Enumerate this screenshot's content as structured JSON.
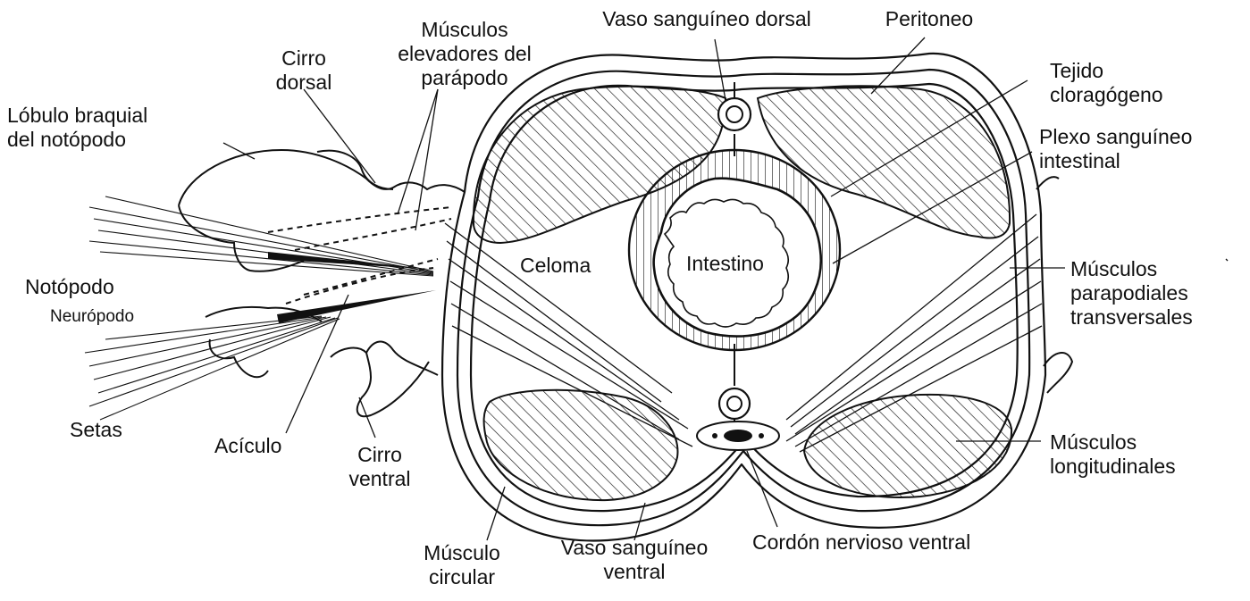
{
  "labels": {
    "vaso_dorsal": "Vaso sanguíneo dorsal",
    "peritoneo": "Peritoneo",
    "tejido_cloragogeno": [
      "Tejido",
      "cloragógeno"
    ],
    "plexo": [
      "Plexo sanguíneo",
      "intestinal"
    ],
    "musculos_elevadores": [
      "Músculos",
      "elevadores del",
      "parápodo"
    ],
    "cirro_dorsal": [
      "Cirro",
      "dorsal"
    ],
    "lobulo": [
      "Lóbulo braquial",
      "del notópodo"
    ],
    "notopodo": "Notópodo",
    "neuropodo": "Neurópodo",
    "setas": "Setas",
    "aciculo": "Acículo",
    "cirro_ventral": [
      "Cirro",
      "ventral"
    ],
    "celoma": "Celoma",
    "intestino": "Intestino",
    "musculos_parapodiales": [
      "Músculos",
      "parapodiales",
      "transversales"
    ],
    "musculos_longitudinales": [
      "Músculos",
      "longitudinales"
    ],
    "musculo_circular": [
      "Músculo",
      "circular"
    ],
    "vaso_ventral": [
      "Vaso sanguíneo",
      "ventral"
    ],
    "cordon": "Cordón nervioso ventral"
  },
  "colors": {
    "ink": "#111111",
    "background": "#ffffff"
  }
}
